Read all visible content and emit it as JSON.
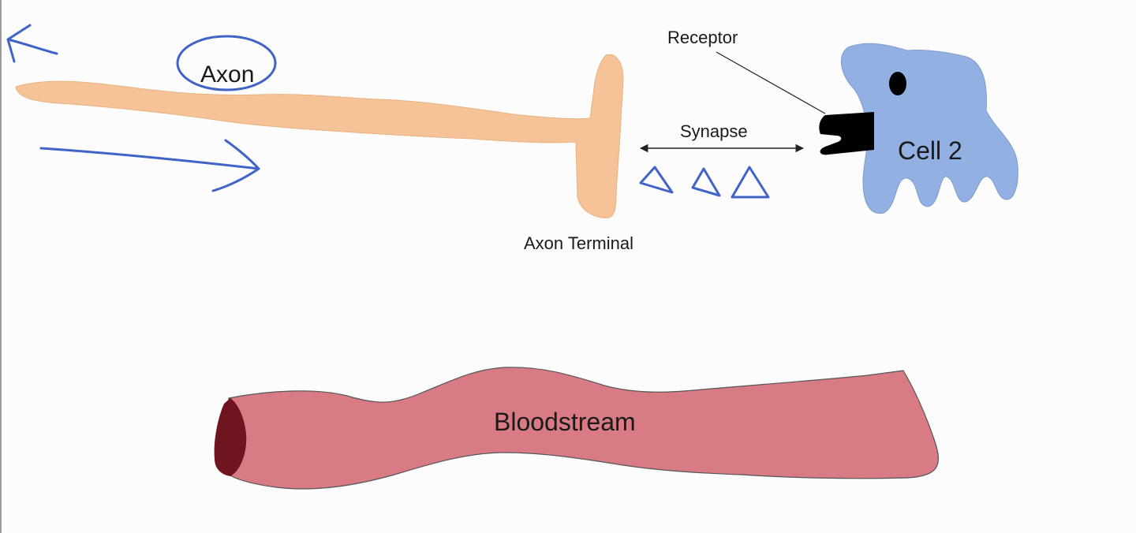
{
  "labels": {
    "axon": "Axon",
    "axon_terminal": "Axon Terminal",
    "synapse": "Synapse",
    "receptor": "Receptor",
    "cell2": "Cell 2",
    "bloodstream": "Bloodstream"
  },
  "colors": {
    "axon": "#f5c397",
    "cell": "#93b0e2",
    "receptor": "#000000",
    "blood": "#d97b85",
    "blood_opening": "#6e1520",
    "ink": "#3f63c6",
    "background": "#fcfcfc"
  }
}
